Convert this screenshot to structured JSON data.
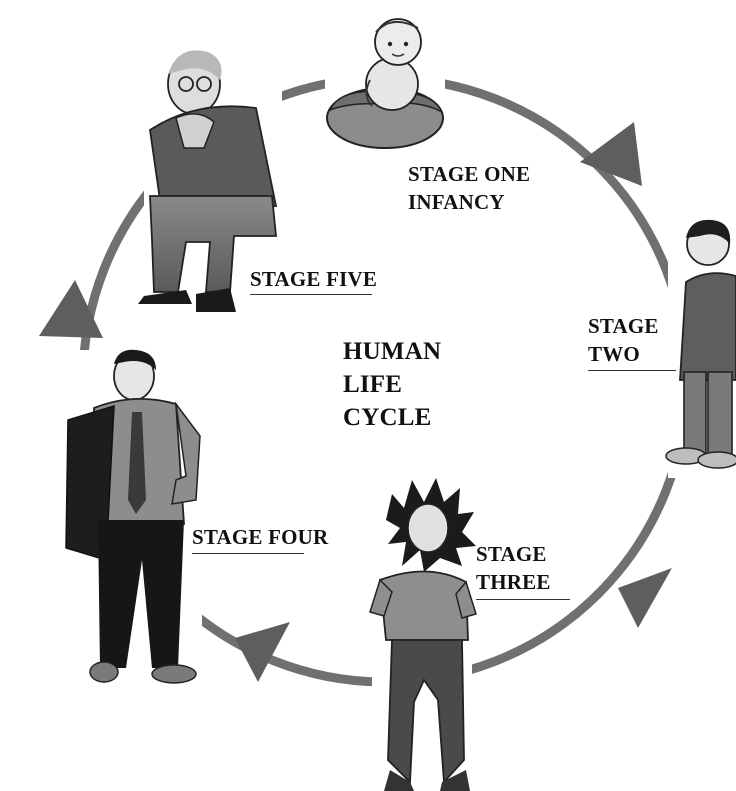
{
  "diagram": {
    "title_lines": [
      "HUMAN",
      "LIFE",
      "CYCLE"
    ],
    "stages": [
      {
        "id": "infancy",
        "lines": [
          "STAGE ONE",
          "INFANCY"
        ],
        "figure": "baby-figure"
      },
      {
        "id": "two",
        "lines": [
          "STAGE",
          "TWO"
        ],
        "figure": "child-figure"
      },
      {
        "id": "three",
        "lines": [
          "STAGE",
          "THREE"
        ],
        "figure": "teenager-figure"
      },
      {
        "id": "four",
        "lines": [
          "STAGE FOUR"
        ],
        "figure": "adult-man-figure"
      },
      {
        "id": "five",
        "lines": [
          "STAGE FIVE"
        ],
        "figure": "elderly-man-figure"
      }
    ],
    "arrow_icon": "arrowhead-icon",
    "cycle_color": "#6f6f6f"
  }
}
